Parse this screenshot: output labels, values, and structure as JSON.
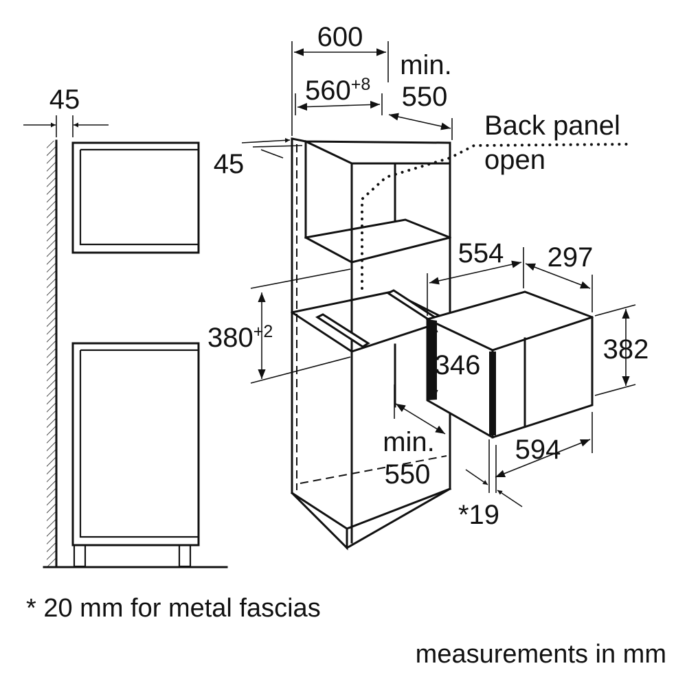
{
  "labels": {
    "wall_gap": "45",
    "cabinet_width": "600",
    "niche_width_base": "560",
    "niche_width_tol": "+8",
    "min_depth_top_1": "min.",
    "min_depth_top_2": "550",
    "back_panel_1": "Back panel",
    "back_panel_2": "open",
    "side_gap": "45",
    "niche_height_base": "380",
    "niche_height_tol": "+2",
    "appliance_width": "554",
    "appliance_depth": "297",
    "front_height": "382",
    "body_height": "346",
    "min_depth_bottom_1": "min.",
    "min_depth_bottom_2": "550",
    "front_width": "594",
    "fascia_depth": "*19"
  },
  "footnotes": {
    "fascia_note": "* 20 mm for metal fascias",
    "units_note": "measurements in mm"
  }
}
